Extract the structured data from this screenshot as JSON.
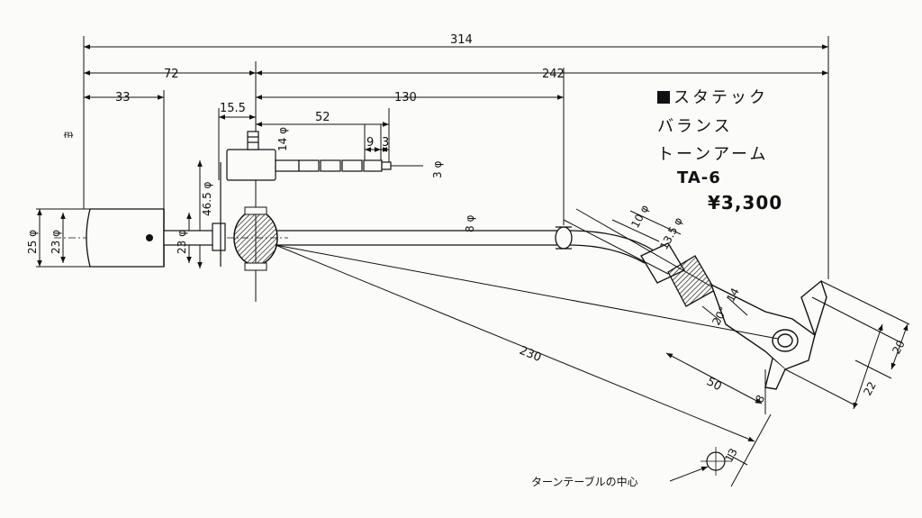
{
  "title": {
    "line1": "スタテック",
    "line2": "バランス",
    "line3": "トーンアーム",
    "model": "TA-6",
    "price": "¥3,300"
  },
  "dimensions": {
    "overall": "314",
    "left_span": "72",
    "right_span": "242",
    "weight_offset": "33",
    "pivot_to_rod": "15.5",
    "arm_130": "130",
    "rod_52": "52",
    "rod_9": "9",
    "rod_3": "3",
    "d_14": "14 φ",
    "d_3": "3 φ",
    "h_46_5": "46.5 φ",
    "d_25": "25 φ",
    "d_23a": "23 φ",
    "d_23b": "23 φ",
    "tube_8": "8 φ",
    "d_10": "10 φ",
    "d_13_5": "13.5 φ",
    "len_230": "230",
    "len_50": "50",
    "len_14": "14",
    "ang_20": "20°",
    "len_8": "8",
    "len_13": "13",
    "len_22": "22",
    "len_20": "20"
  },
  "labels": {
    "turntable_center": "ターンテーブルの中心",
    "mark": "ᵯ"
  }
}
